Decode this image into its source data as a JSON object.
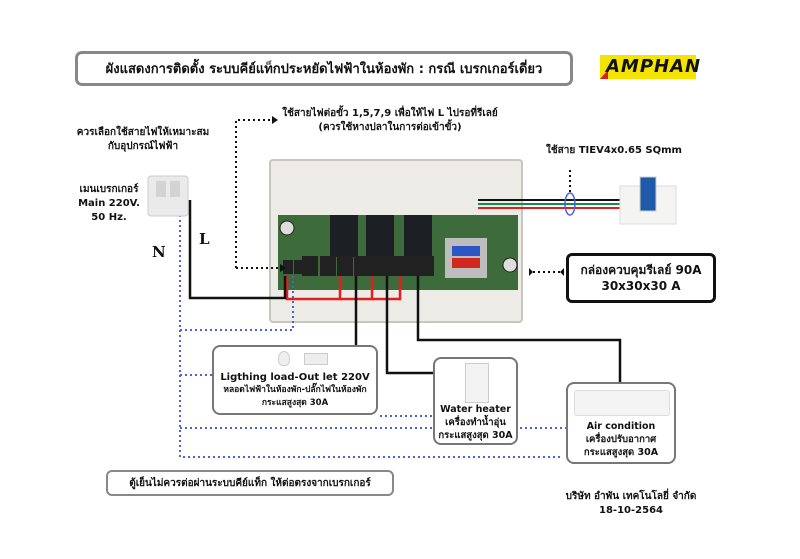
{
  "title": "ผังแสดงการติดตั้ง ระบบคีย์แท็กประหยัดไฟฟ้าในห้องพัก : กรณี เบรกเกอร์เดี่ยว",
  "logo": {
    "text": "AMPHAN",
    "icon": "amphan-logo-icon",
    "colors": {
      "text": "#111111",
      "background": "#f5e400",
      "accent": "#d62020"
    }
  },
  "notes": {
    "wire_selection": [
      "ควรเลือกใช้สายไฟให้เหมาะสม",
      "กับอุปกรณ์ไฟฟ้า"
    ],
    "terminal_instruction": [
      "ใช้สายไฟต่อขั้ว 1,5,7,9 เพื่อให้ไฟ L ไปรอที่รีเลย์",
      "(ควรใช้หางปลาในการต่อเข้าขั้ว)"
    ],
    "cable_spec": "ใช้สาย TIEV4x0.65 SQmm"
  },
  "main_breaker": {
    "label": [
      "เมนเบรกเกอร์",
      "Main 220V.",
      "50 Hz."
    ],
    "icon": "circuit-breaker-icon"
  },
  "wire_labels": {
    "neutral": "N",
    "live": "L"
  },
  "control_box": {
    "lines": [
      "กล่องควบคุมรีเลย์ 90A",
      "30x30x30 A"
    ],
    "icon": "relay-board-icon"
  },
  "keytag_switch": {
    "icon": "keycard-switch-icon"
  },
  "loads": [
    {
      "name": "lighting",
      "lines": [
        "Ligthing load-Out let 220V",
        "หลอดไฟฟ้าในห้องพัก-ปลั๊กไฟในห้องพัก",
        "กระแสสูงสุด 30A"
      ],
      "icons": [
        "light-bulb-icon",
        "power-outlet-icon"
      ]
    },
    {
      "name": "water-heater",
      "lines": [
        "Water heater",
        "เครื่องทำน้ำอุ่น",
        "กระแสสูงสุด 30A"
      ],
      "icons": [
        "water-heater-icon"
      ]
    },
    {
      "name": "air-condition",
      "lines": [
        "Air condition",
        "เครื่องปรับอากาศ",
        "กระแสสูงสุด 30A"
      ],
      "icons": [
        "air-conditioner-icon"
      ]
    }
  ],
  "fridge_note": "ตู้เย็นไม่ควรต่อผ่านระบบคีย์แท็ก ให้ต่อตรงจากเบรกเกอร์",
  "footer": {
    "company": "บริษัท อำพัน เทคโนโลยี่ จำกัด",
    "date": "18-10-2564"
  },
  "colors": {
    "live_wire": "#111111",
    "neutral_wire": "#4a63d6",
    "bridge_wire": "#e02020",
    "box_border": "#777777"
  }
}
